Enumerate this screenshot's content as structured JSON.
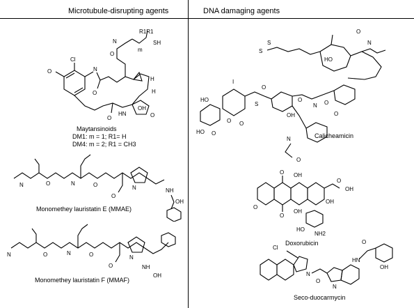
{
  "figure": {
    "headers": {
      "left": "Microtubule-disrupting agents",
      "right": "DNA damaging agents"
    },
    "compounds": {
      "maytansinoids": {
        "name": "Maytansinoids",
        "line1": "DM1: m = 1; R1= H",
        "line2": "DM4: m = 2; R1 = CH3"
      },
      "mmae": {
        "name": "Monomethey lauristatin E (MMAE)"
      },
      "mmaf": {
        "name": "Monomethey lauristatin F (MMAF)"
      },
      "calicheamicin": {
        "name": "Calicheamicin"
      },
      "doxorubicin": {
        "name": "Doxorubicin"
      },
      "seco_duocarmycin": {
        "name": "Seco-duocarmycin"
      }
    },
    "atom_labels": {
      "cl": "Cl",
      "n": "N",
      "o": "O",
      "h": "H",
      "oh": "OH",
      "hn": "HN",
      "nh": "NH",
      "nh2": "NH2",
      "sh": "SH",
      "s": "S",
      "i": "I",
      "ho": "HO",
      "r1r1": "R1R1",
      "m": "m"
    }
  }
}
